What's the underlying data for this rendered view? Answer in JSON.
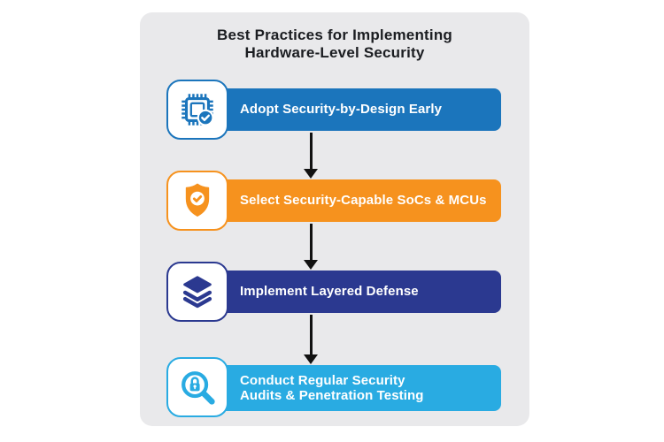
{
  "title": {
    "line1": "Best Practices for Implementing",
    "line2": "Hardware-Level Security"
  },
  "panel": {
    "background": "#E9E9EB"
  },
  "arrow": {
    "color": "#111111"
  },
  "steps": [
    {
      "label": "Adopt Security-by-Design Early",
      "color": "#1B75BC",
      "icon": "chip-check-icon"
    },
    {
      "label": "Select Security-Capable SoCs & MCUs",
      "color": "#F6921E",
      "icon": "shield-check-icon"
    },
    {
      "label": "Implement Layered Defense",
      "color": "#2B3990",
      "icon": "layers-icon"
    },
    {
      "label": "Conduct Regular Security",
      "label2": "Audits & Penetration Testing",
      "color": "#29ABE2",
      "icon": "magnifier-lock-icon"
    }
  ]
}
